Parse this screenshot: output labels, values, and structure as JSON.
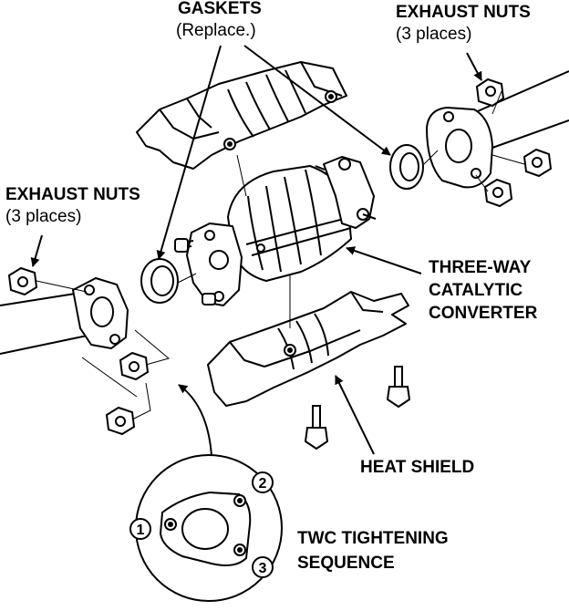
{
  "labels": {
    "gaskets": "GASKETS",
    "gaskets_note": "(Replace.)",
    "exhaust_nuts_right": "EXHAUST NUTS",
    "exhaust_nuts_right_note": "(3 places)",
    "exhaust_nuts_left": "EXHAUST NUTS",
    "exhaust_nuts_left_note": "(3 places)",
    "converter_line1": "THREE-WAY",
    "converter_line2": "CATALYTIC",
    "converter_line3": "CONVERTER",
    "heat_shield": "HEAT SHIELD",
    "twc_line1": "TWC TIGHTENING",
    "twc_line2": "SEQUENCE"
  },
  "sequence": [
    "1",
    "2",
    "3"
  ],
  "colors": {
    "line": "#000000",
    "background": "#ffffff"
  }
}
